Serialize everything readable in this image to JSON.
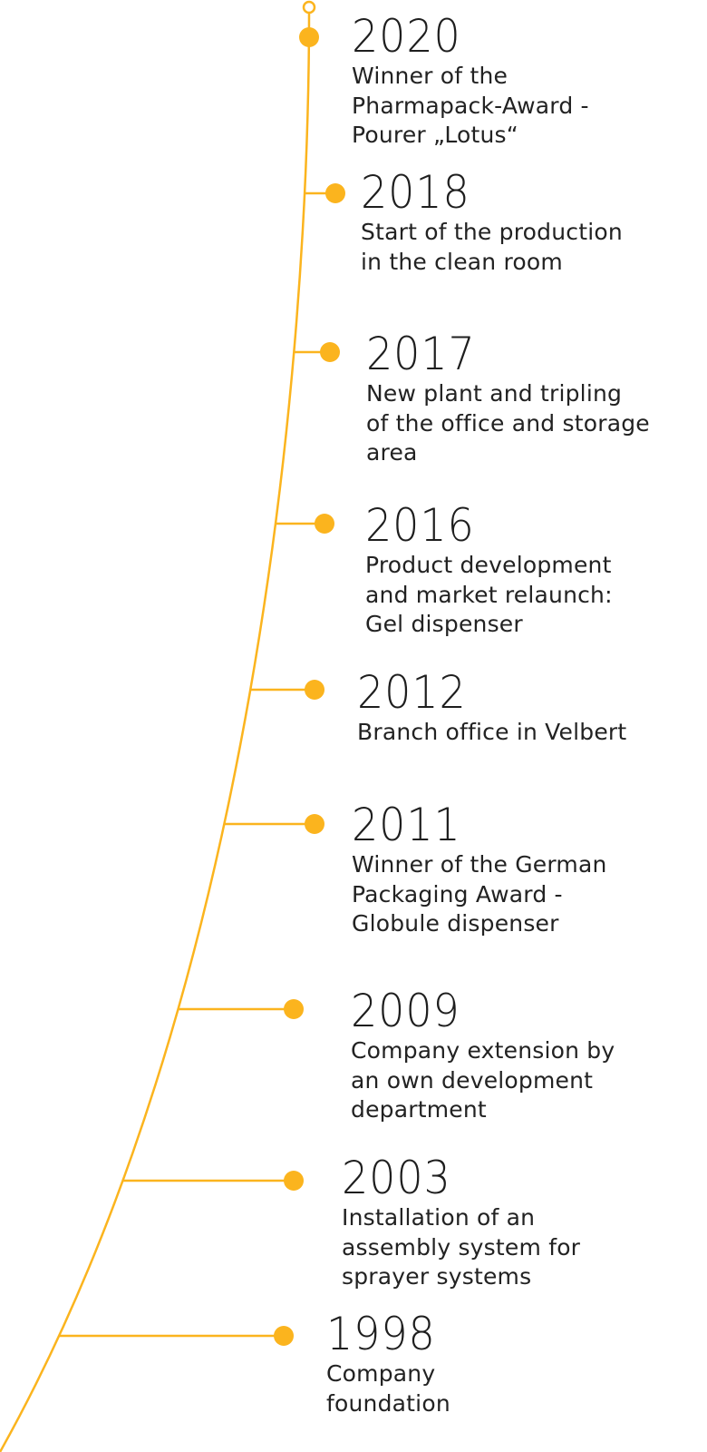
{
  "colors": {
    "accent": "#FBB41E",
    "text": "#222222"
  },
  "timeline": {
    "entries": [
      {
        "year": "2020",
        "description": "Winner of the\nPharmapack-Award -\nPourer „Lotus“"
      },
      {
        "year": "2018",
        "description": "Start of the production\nin the clean room"
      },
      {
        "year": "2017",
        "description": "New plant and tripling\nof the office and storage\narea"
      },
      {
        "year": "2016",
        "description": "Product development\nand market relaunch:\nGel dispenser"
      },
      {
        "year": "2012",
        "description": "Branch office in Velbert"
      },
      {
        "year": "2011",
        "description": "Winner of the German\nPackaging Award -\nGlobule dispenser"
      },
      {
        "year": "2009",
        "description": "Company extension by\nan own development\ndepartment"
      },
      {
        "year": "2003",
        "description": "Installation of an\nassembly system for\nsprayer systems"
      },
      {
        "year": "1998",
        "description": "Company\nfoundation"
      }
    ]
  }
}
